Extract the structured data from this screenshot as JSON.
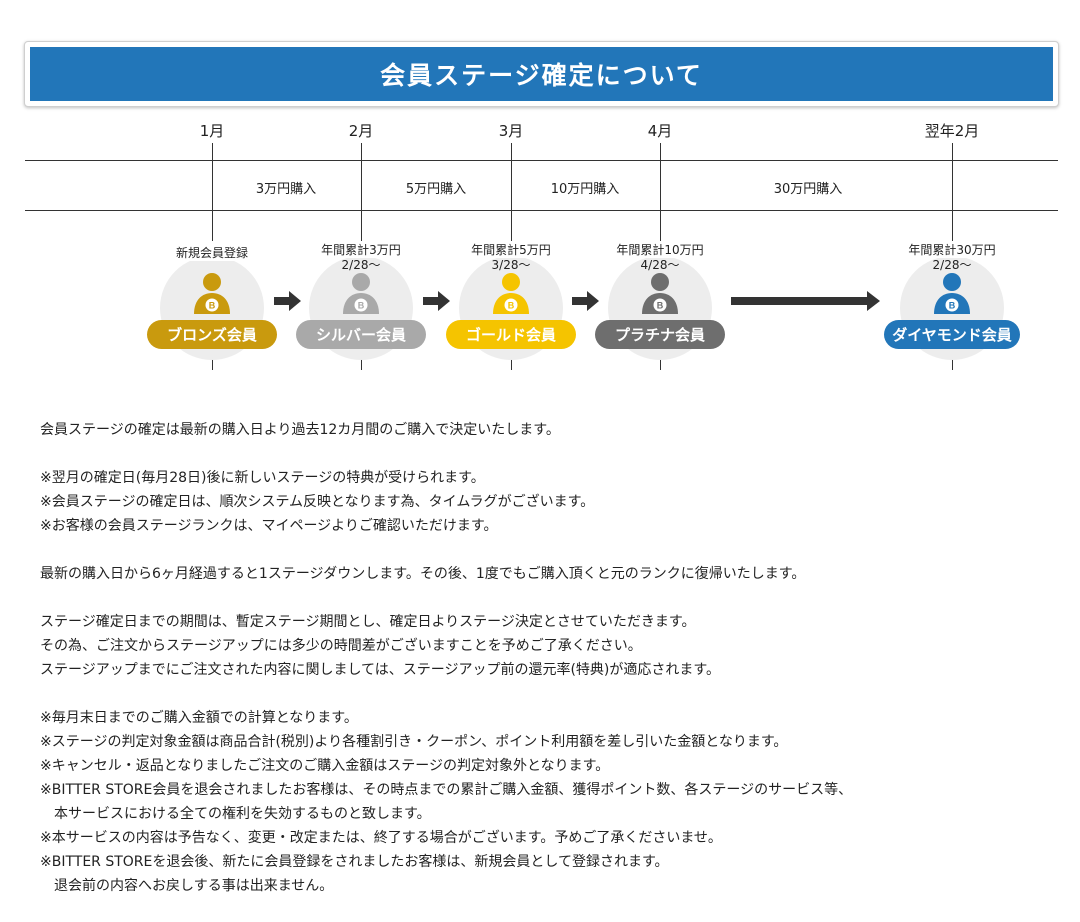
{
  "title": "会員ステージ確定について",
  "months": [
    "1月",
    "2月",
    "3月",
    "4月",
    "翌年2月"
  ],
  "periods": [
    "3万円購入",
    "5万円購入",
    "10万円購入",
    "30万円購入"
  ],
  "stages": [
    {
      "caption1": "新規会員登録",
      "caption2": "",
      "label": "ブロンズ会員",
      "icon": "bronze-member-icon",
      "color": "#c99a0e"
    },
    {
      "caption1": "年間累計3万円",
      "caption2": "2/28〜",
      "label": "シルバー会員",
      "icon": "silver-member-icon",
      "color": "#a9a9a9"
    },
    {
      "caption1": "年間累計5万円",
      "caption2": "3/28〜",
      "label": "ゴールド会員",
      "icon": "gold-member-icon",
      "color": "#f5c400"
    },
    {
      "caption1": "年間累計10万円",
      "caption2": "4/28〜",
      "label": "プラチナ会員",
      "icon": "platinum-member-icon",
      "color": "#6e6e6e"
    },
    {
      "caption1": "年間累計30万円",
      "caption2": "2/28〜",
      "label": "ダイヤモンド会員",
      "icon": "diamond-member-icon",
      "color": "#2276b9"
    }
  ],
  "icon_badge_letter": "B",
  "notes": [
    [
      "会員ステージの確定は最新の購入日より過去12カ月間のご購入で決定いたします。"
    ],
    [
      "※翌月の確定日(毎月28日)後に新しいステージの特典が受けられます。",
      "※会員ステージの確定日は、順次システム反映となります為、タイムラグがございます。",
      "※お客様の会員ステージランクは、マイページよりご確認いただけます。"
    ],
    [
      "最新の購入日から6ヶ月経過すると1ステージダウンします。その後、1度でもご購入頂くと元のランクに復帰いたします。"
    ],
    [
      "ステージ確定日までの期間は、暫定ステージ期間とし、確定日よりステージ決定とさせていただきます。",
      "その為、ご注文からステージアップには多少の時間差がございますことを予めご了承ください。",
      "ステージアップまでにご注文された内容に関しましては、ステージアップ前の還元率(特典)が適応されます。"
    ],
    [
      "※毎月末日までのご購入金額での計算となります。",
      "※ステージの判定対象金額は商品合計(税別)より各種割引き・クーポン、ポイント利用額を差し引いた金額となります。",
      "※キャンセル・返品となりましたご注文のご購入金額はステージの判定対象外となります。",
      "※BITTER STORE会員を退会されましたお客様は、その時点までの累計ご購入金額、獲得ポイント数、各ステージのサービス等、",
      "　本サービスにおける全ての権利を失効するものと致します。",
      "※本サービスの内容は予告なく、変更・改定または、終了する場合がございます。予めご了承くださいませ。",
      "※BITTER STOREを退会後、新たに会員登録をされましたお客様は、新規会員として登録されます。",
      "　退会前の内容へお戻しする事は出来ません。"
    ]
  ]
}
